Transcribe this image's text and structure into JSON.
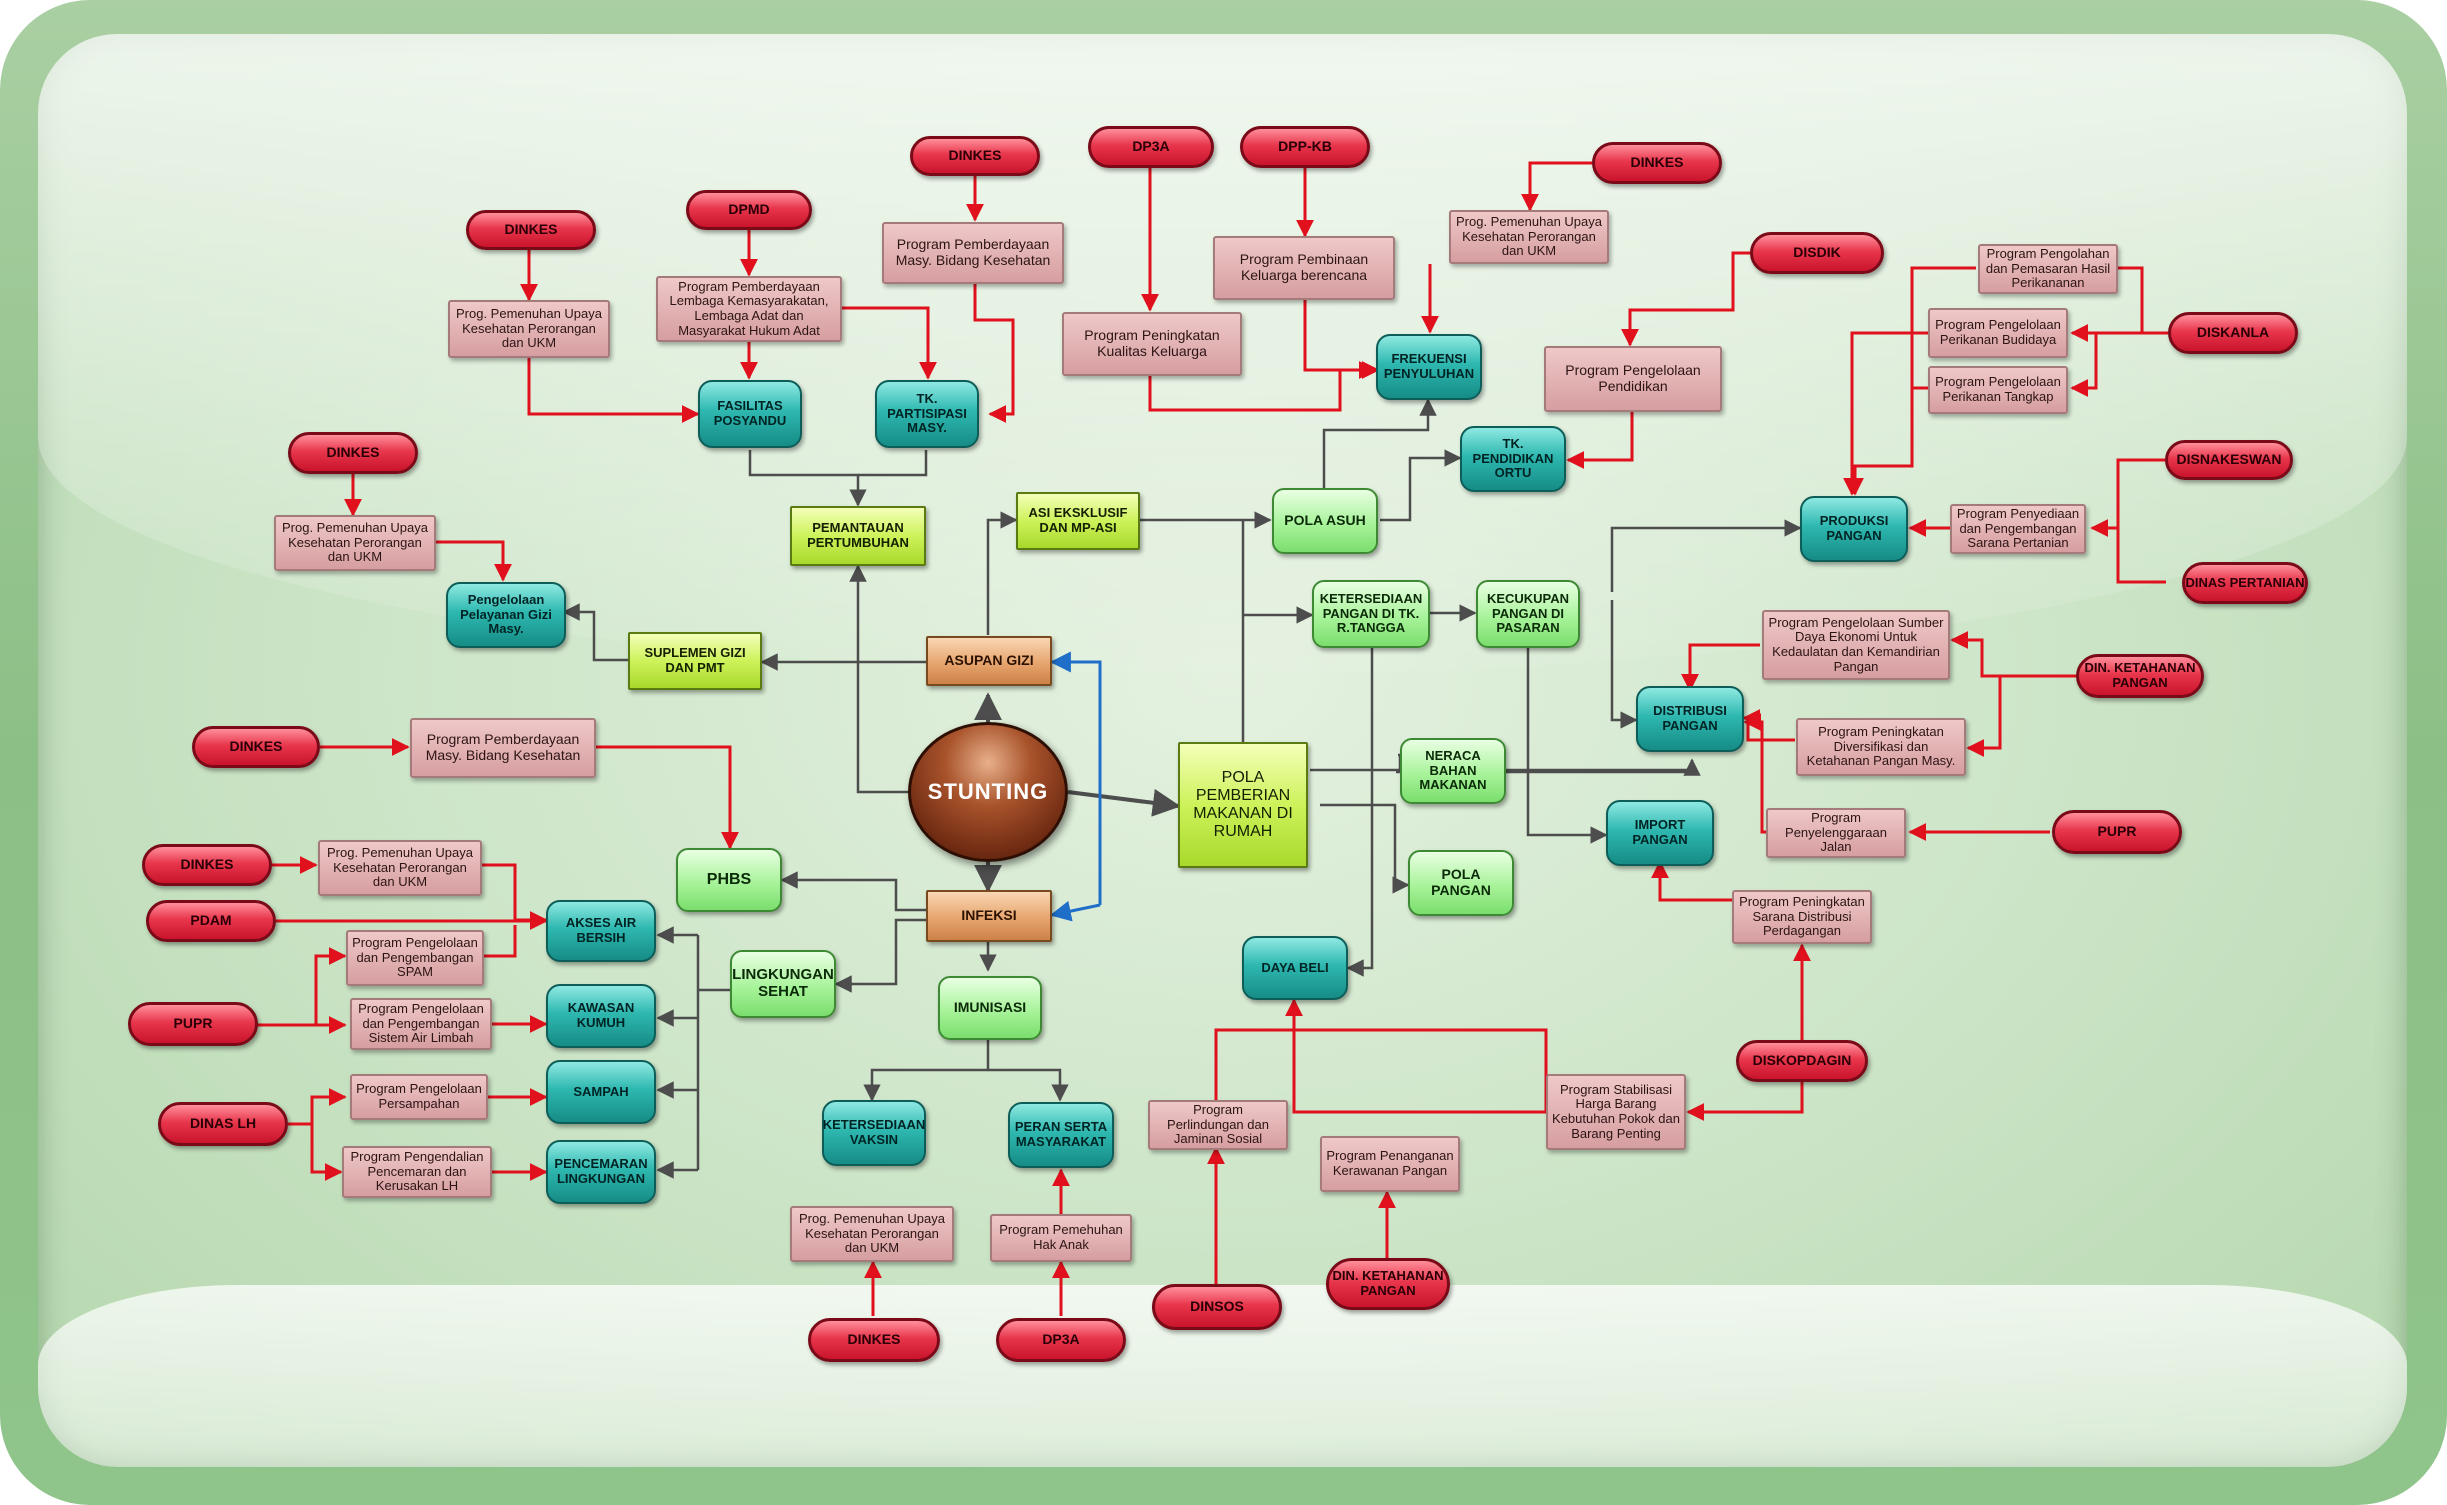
{
  "center": "STUNTING",
  "primary": {
    "asupan_gizi": "ASUPAN GIZI",
    "infeksi": "INFEKSI",
    "pola_pemberian": "POLA PEMBERIAN MAKANAN DI RUMAH"
  },
  "lime_boxes": {
    "pemantauan": "PEMANTAUAN PERTUMBUHAN",
    "asi": "ASI EKSKLUSIF DAN MP-ASI",
    "suplemen": "SUPLEMEN GIZI DAN PMT"
  },
  "mint_boxes": {
    "pola_asuh": "POLA ASUH",
    "ketersediaan": "KETERSEDIAAN PANGAN DI TK. R.TANGGA",
    "kecukupan": "KECUKUPAN PANGAN DI PASARAN",
    "neraca": "NERACA BAHAN MAKANAN",
    "pola_pangan": "POLA PANGAN",
    "phbs": "PHBS",
    "lingkungan": "LINGKUNGAN SEHAT",
    "imunisasi": "IMUNISASI"
  },
  "teal_boxes": {
    "fasilitas": "FASILITAS POSYANDU",
    "tk_partisipasi": "TK. PARTISIPASI MASY.",
    "pengelolaan_gizi": "Pengelolaan Pelayanan Gizi Masy.",
    "frekuensi": "FREKUENSI PENYULUHAN",
    "tk_pendidikan": "TK. PENDIDIKAN ORTU",
    "produksi": "PRODUKSI PANGAN",
    "distribusi": "DISTRIBUSI PANGAN",
    "import": "IMPORT PANGAN",
    "daya_beli": "DAYA BELI",
    "akses_air": "AKSES AIR BERSIH",
    "kawasan": "KAWASAN KUMUH",
    "sampah": "SAMPAH",
    "pencemaran": "PENCEMARAN LINGKUNGAN",
    "ketersediaan_vaksin": "KETERSEDIAAN VAKSIN",
    "peran_serta": "PERAN SERTA MASYARAKAT"
  },
  "programs": {
    "p_dinkes_ukm_1": "Prog. Pemenuhan Upaya Kesehatan Perorangan dan UKM",
    "p_dpmd": "Program Pemberdayaan Lembaga Kemasyarakatan, Lembaga Adat dan Masyarakat Hukum Adat",
    "p_pemb_masy_1": "Program Pemberdayaan Masy. Bidang Kesehatan",
    "p_kualitas": "Program Peningkatan Kualitas Keluarga",
    "p_pembinaan_kb": "Program Pembinaan Keluarga berencana",
    "p_dinkes_ukm_2": "Prog. Pemenuhan Upaya Kesehatan Perorangan dan UKM",
    "p_pendidikan": "Program Pengelolaan Pendidikan",
    "p_pengolahan": "Program Pengolahan dan Pemasaran Hasil Perikananan",
    "p_budidaya": "Program Pengelolaan Perikanan Budidaya",
    "p_tangkap": "Program Pengelolaan Perikanan Tangkap",
    "p_sarana_tani": "Program Penyediaan dan Pengembangan Sarana Pertanian",
    "p_dinkes_ukm_3": "Prog. Pemenuhan Upaya Kesehatan Perorangan dan UKM",
    "p_sumber_daya": "Program Pengelolaan Sumber Daya Ekonomi Untuk Kedaulatan dan Kemandirian Pangan",
    "p_diversifikasi": "Program Peningkatan Diversifikasi dan Ketahanan Pangan Masy.",
    "p_jalan": "Program Penyelenggaraan Jalan",
    "p_pemb_masy_2": "Program Pemberdayaan Masy. Bidang Kesehatan",
    "p_dinkes_ukm_4": "Prog. Pemenuhan Upaya Kesehatan Perorangan dan UKM",
    "p_spam": "Program Pengelolaan dan Pengembangan SPAM",
    "p_air_limbah": "Program Pengelolaan dan Pengembangan Sistem Air Limbah",
    "p_persampahan": "Program Pengelolaan Persampahan",
    "p_pencemaran": "Program Pengendalian Pencemaran dan Kerusakan LH",
    "p_distribusi_dagang": "Program Peningkatan Sarana Distribusi Perdagangan",
    "p_stabilisasi": "Program Stabilisasi Harga Barang Kebutuhan Pokok dan Barang Penting",
    "p_perlindungan": "Program Perlindungan dan Jaminan Sosial",
    "p_kerawanan": "Program Penanganan Kerawanan Pangan",
    "p_dinkes_ukm_5": "Prog. Pemenuhan Upaya Kesehatan Perorangan dan UKM",
    "p_hak_anak": "Program Pemehuhan Hak Anak"
  },
  "agencies": {
    "a_dinkes_1": "DINKES",
    "a_dpmd": "DPMD",
    "a_dinkes_2": "DINKES",
    "a_dp3a_1": "DP3A",
    "a_dppkb": "DPP-KB",
    "a_dinkes_3": "DINKES",
    "a_disdik": "DISDIK",
    "a_diskanla": "DISKANLA",
    "a_disnakeswan": "DISNAKESWAN",
    "a_distan": "DINAS PERTANIAN",
    "a_dinkes_4": "DINKES",
    "a_ketahanan_1": "DIN. KETAHANAN PANGAN",
    "a_pupr_1": "PUPR",
    "a_dinkes_5": "DINKES",
    "a_dinkes_6": "DINKES",
    "a_pdam": "PDAM",
    "a_pupr_2": "PUPR",
    "a_dinas_lh": "DINAS LH",
    "a_diskopdagin": "DISKOPDAGIN",
    "a_dinsos": "DINSOS",
    "a_ketahanan_2": "DIN. KETAHANAN PANGAN",
    "a_dinkes_7": "DINKES",
    "a_dp3a_2": "DP3A"
  },
  "colors": {
    "agency_red": "#e8364c",
    "program_pink": "#d69ea0",
    "connector_red": "#e0101c",
    "connector_gray": "#4d4d4d",
    "connector_blue": "#1f6fc9"
  }
}
